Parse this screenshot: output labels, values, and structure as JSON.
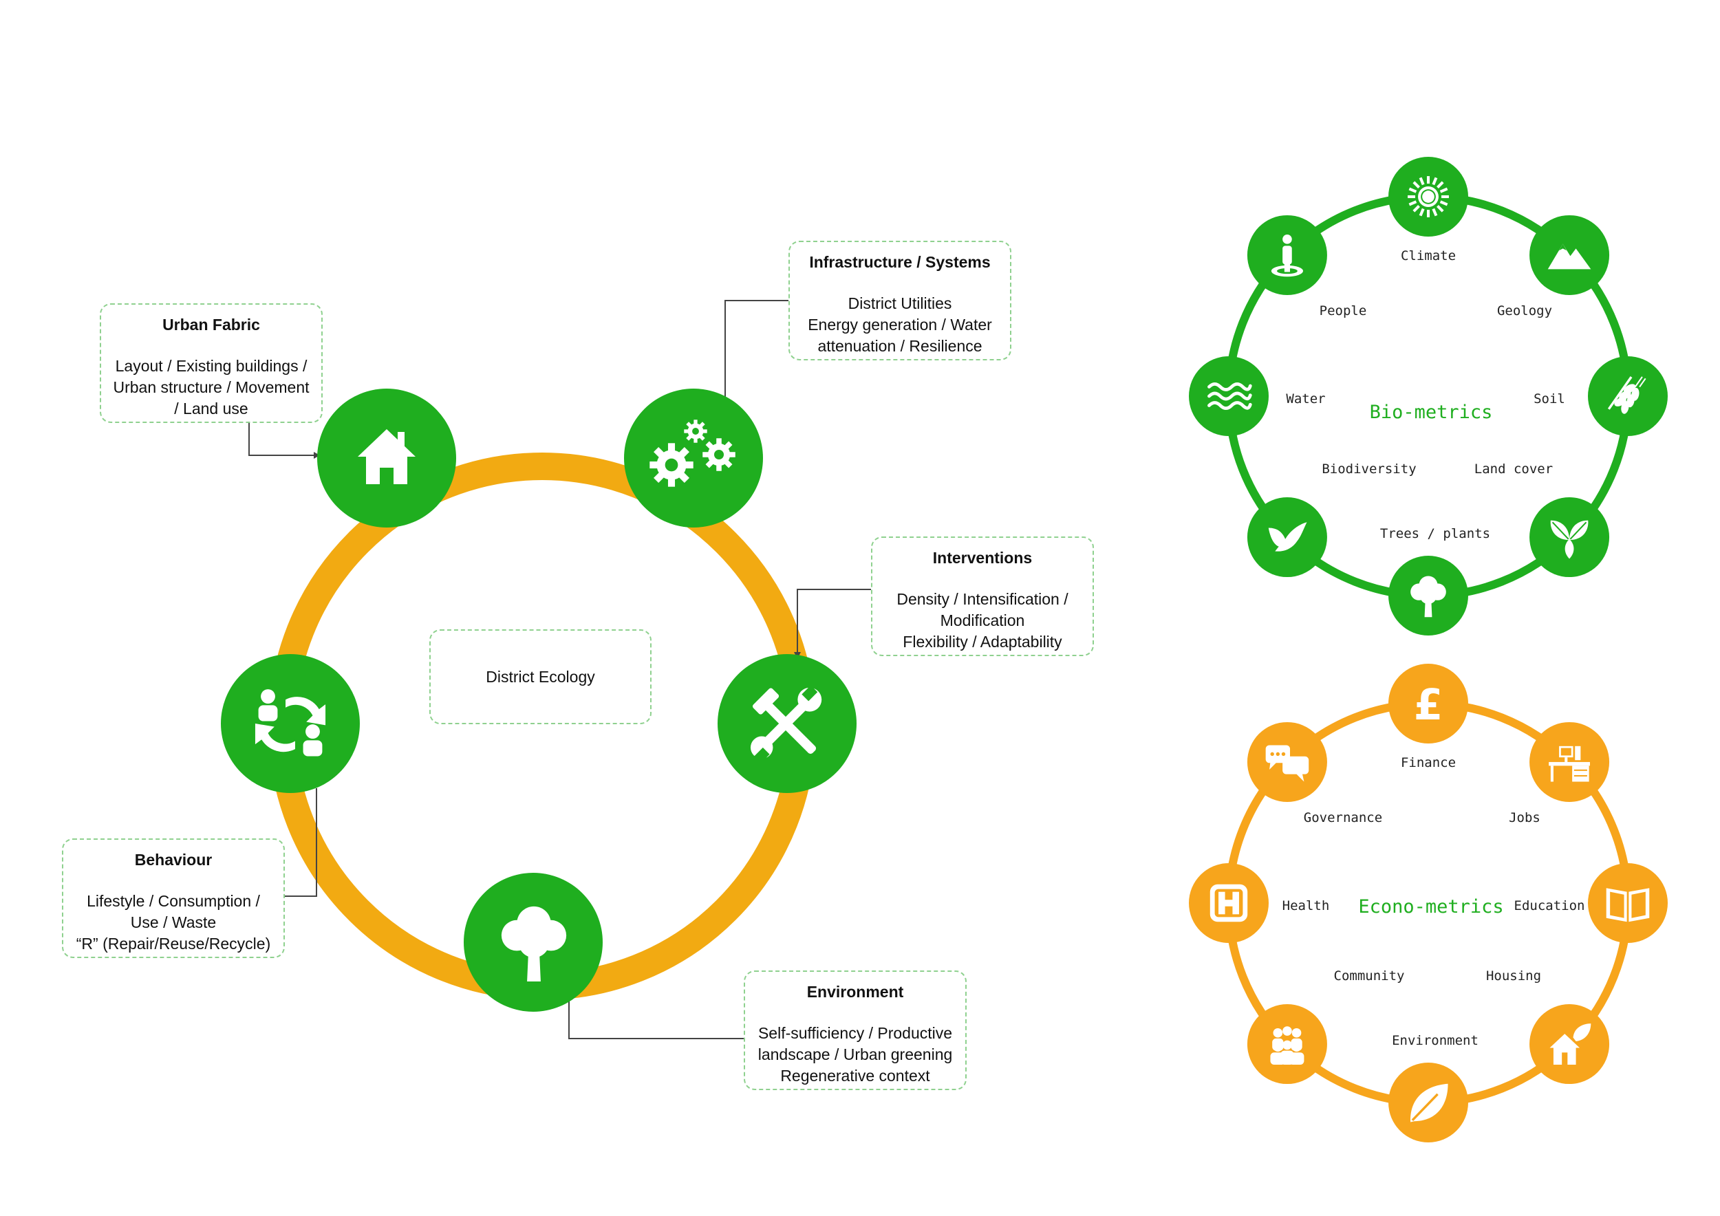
{
  "colors": {
    "green": "#1fae1f",
    "orange": "#f7a51c",
    "ring_orange": "#f2aa12",
    "box_border": "#8fd18f",
    "connector": "#444444"
  },
  "main_cycle": {
    "center_label": "District Ecology",
    "nodes": [
      {
        "id": "urban-fabric",
        "icon": "house-icon",
        "title": "Urban Fabric",
        "lines": [
          "Layout / Existing buildings /",
          "Urban structure / Movement",
          "/ Land use"
        ]
      },
      {
        "id": "infrastructure",
        "icon": "gears-icon",
        "title": "Infrastructure / Systems",
        "lines": [
          "District Utilities",
          "Energy generation / Water",
          "attenuation / Resilience"
        ]
      },
      {
        "id": "interventions",
        "icon": "tools-icon",
        "title": "Interventions",
        "lines": [
          "Density / Intensification /",
          "Modification",
          "Flexibility / Adaptability"
        ]
      },
      {
        "id": "environment",
        "icon": "tree-icon",
        "title": "Environment",
        "lines": [
          "Self-sufficiency / Productive",
          "landscape / Urban greening",
          "Regenerative context"
        ]
      },
      {
        "id": "behaviour",
        "icon": "people-cycle-icon",
        "title": "Behaviour",
        "lines": [
          "Lifestyle / Consumption /",
          "Use / Waste",
          "“R” (Repair/Reuse/Recycle)"
        ]
      }
    ]
  },
  "bio_metrics": {
    "title": "Bio-metrics",
    "items": [
      {
        "label": "Climate",
        "icon": "sun-icon"
      },
      {
        "label": "Geology",
        "icon": "mountain-icon"
      },
      {
        "label": "Soil",
        "icon": "wheat-icon"
      },
      {
        "label": "Land cover",
        "icon": "leaves-icon"
      },
      {
        "label": "Trees / plants",
        "icon": "tree-icon"
      },
      {
        "label": "Biodiversity",
        "icon": "bird-icon"
      },
      {
        "label": "Water",
        "icon": "waves-icon"
      },
      {
        "label": "People",
        "icon": "person-icon"
      }
    ]
  },
  "econo_metrics": {
    "title": "Econo-metrics",
    "items": [
      {
        "label": "Finance",
        "icon": "pound-icon"
      },
      {
        "label": "Jobs",
        "icon": "desk-icon"
      },
      {
        "label": "Education",
        "icon": "book-icon"
      },
      {
        "label": "Housing",
        "icon": "house-leaf-icon"
      },
      {
        "label": "Environment",
        "icon": "leaf-icon"
      },
      {
        "label": "Community",
        "icon": "group-icon"
      },
      {
        "label": "Health",
        "icon": "hospital-icon"
      },
      {
        "label": "Governance",
        "icon": "speech-bubbles-icon"
      }
    ]
  }
}
